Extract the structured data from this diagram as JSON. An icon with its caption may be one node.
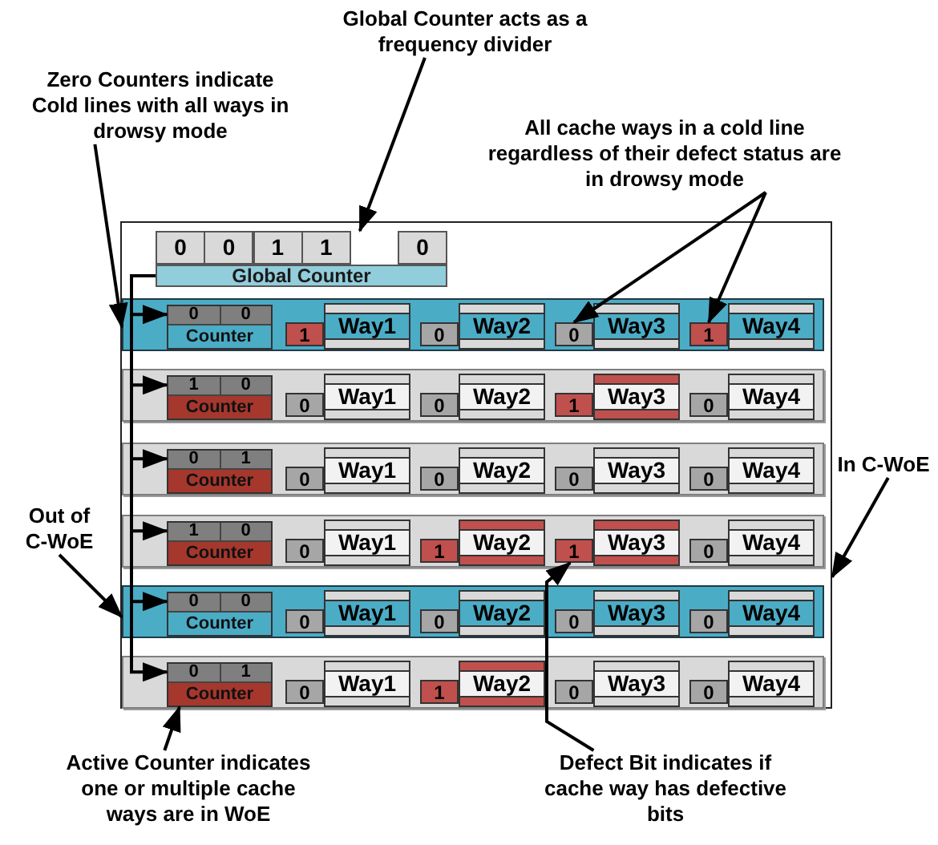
{
  "diagram": {
    "nodes": [
      {
        "text": [
          "Global Counter acts as a frequency divider"
        ]
      },
      {
        "text": [
          "Zero Counters indicate Cold lines with all ways in drowsy mode"
        ]
      },
      {
        "text": [
          "All cache ways in a cold line regardless of their defect status are in drowsy mode"
        ]
      },
      {
        "text": [],
        "shape": "box"
      },
      {
        "text": [
          "0",
          "0",
          "1",
          "1",
          "0",
          "Global Counter"
        ],
        "in": 3
      },
      {
        "text": [],
        "in": 3,
        "shape": "bar"
      },
      {
        "text": [
          "0",
          "0",
          "Counter"
        ],
        "in": 5
      },
      {
        "text": [
          "1"
        ],
        "in": 5
      },
      {
        "text": [
          "Way1"
        ],
        "in": 5
      },
      {
        "text": [
          "0"
        ],
        "in": 5
      },
      {
        "text": [
          "Way2"
        ],
        "in": 5
      },
      {
        "text": [
          "0"
        ],
        "in": 5
      },
      {
        "text": [
          "Way3"
        ],
        "in": 5
      },
      {
        "text": [
          "1"
        ],
        "in": 5
      },
      {
        "text": [
          "Way4"
        ],
        "in": 5
      },
      {
        "text": [],
        "in": 3,
        "shape": "bar"
      },
      {
        "text": [
          "1",
          "0",
          "Counter"
        ],
        "in": 15
      },
      {
        "text": [
          "0"
        ],
        "in": 15
      },
      {
        "text": [
          "Way1"
        ],
        "in": 15
      },
      {
        "text": [
          "0"
        ],
        "in": 15
      },
      {
        "text": [
          "Way2"
        ],
        "in": 15
      },
      {
        "text": [
          "1"
        ],
        "in": 15
      },
      {
        "text": [
          "Way3"
        ],
        "in": 15
      },
      {
        "text": [
          "0"
        ],
        "in": 15
      },
      {
        "text": [
          "Way4"
        ],
        "in": 15
      },
      {
        "text": [],
        "in": 3,
        "shape": "bar"
      },
      {
        "text": [
          "0",
          "1",
          "Counter"
        ],
        "in": 25
      },
      {
        "text": [
          "0"
        ],
        "in": 25
      },
      {
        "text": [
          "Way1"
        ],
        "in": 25
      },
      {
        "text": [
          "0"
        ],
        "in": 25
      },
      {
        "text": [
          "Way2"
        ],
        "in": 25
      },
      {
        "text": [
          "0"
        ],
        "in": 25
      },
      {
        "text": [
          "Way3"
        ],
        "in": 25
      },
      {
        "text": [
          "0"
        ],
        "in": 25
      },
      {
        "text": [
          "Way4"
        ],
        "in": 25
      },
      {
        "text": [],
        "in": 3,
        "shape": "bar"
      },
      {
        "text": [
          "1",
          "0",
          "Counter"
        ],
        "in": 35
      },
      {
        "text": [
          "0"
        ],
        "in": 35
      },
      {
        "text": [
          "Way1"
        ],
        "in": 35
      },
      {
        "text": [
          "1"
        ],
        "in": 35
      },
      {
        "text": [
          "Way2"
        ],
        "in": 35
      },
      {
        "text": [
          "1"
        ],
        "in": 35
      },
      {
        "text": [
          "Way3"
        ],
        "in": 35
      },
      {
        "text": [
          "0"
        ],
        "in": 35
      },
      {
        "text": [
          "Way4"
        ],
        "in": 35
      },
      {
        "text": [],
        "in": 3,
        "shape": "bar"
      },
      {
        "text": [
          "0",
          "0",
          "Counter"
        ],
        "in": 45
      },
      {
        "text": [
          "0"
        ],
        "in": 45
      },
      {
        "text": [
          "Way1"
        ],
        "in": 45
      },
      {
        "text": [
          "0"
        ],
        "in": 45
      },
      {
        "text": [
          "Way2"
        ],
        "in": 45
      },
      {
        "text": [
          "0"
        ],
        "in": 45
      },
      {
        "text": [
          "Way3"
        ],
        "in": 45
      },
      {
        "text": [
          "0"
        ],
        "in": 45
      },
      {
        "text": [
          "Way4"
        ],
        "in": 45
      },
      {
        "text": [],
        "in": 3,
        "shape": "bar"
      },
      {
        "text": [
          "0",
          "1",
          "Counter"
        ],
        "in": 55
      },
      {
        "text": [
          "0"
        ],
        "in": 55
      },
      {
        "text": [
          "Way1"
        ],
        "in": 55
      },
      {
        "text": [
          "1"
        ],
        "in": 55
      },
      {
        "text": [
          "Way2"
        ],
        "in": 55
      },
      {
        "text": [
          "0"
        ],
        "in": 55
      },
      {
        "text": [
          "Way3"
        ],
        "in": 55
      },
      {
        "text": [
          "0"
        ],
        "in": 55
      },
      {
        "text": [
          "Way4"
        ],
        "in": 55
      },
      {
        "text": [
          "Out of C-WoE"
        ]
      },
      {
        "text": [
          "In C-WoE"
        ]
      },
      {
        "text": [
          "Active Counter indicates one or multiple cache ways are in WoE"
        ]
      },
      {
        "text": [
          "Defect Bit indicates if cache way has defective bits"
        ]
      }
    ],
    "edges": [
      {
        "from": 0,
        "to": 4,
        "arrow": "to"
      },
      {
        "from": 1,
        "to": 5,
        "arrow": "to"
      },
      {
        "from": 2,
        "to": 11,
        "arrow": "to"
      },
      {
        "from": 2,
        "to": 13,
        "arrow": "to"
      },
      {
        "from": 4,
        "to": 6,
        "arrow": "to"
      },
      {
        "from": 4,
        "to": 16,
        "arrow": "to"
      },
      {
        "from": 4,
        "to": 26,
        "arrow": "to"
      },
      {
        "from": 4,
        "to": 36,
        "arrow": "to"
      },
      {
        "from": 4,
        "to": 46,
        "arrow": "to"
      },
      {
        "from": 4,
        "to": 56,
        "arrow": "to"
      },
      {
        "from": 65,
        "to": 45,
        "arrow": "to"
      },
      {
        "from": 66,
        "to": 3,
        "arrow": "to"
      },
      {
        "from": 67,
        "to": 56,
        "arrow": "to"
      },
      {
        "from": 68,
        "to": 41,
        "arrow": "to"
      }
    ]
  }
}
